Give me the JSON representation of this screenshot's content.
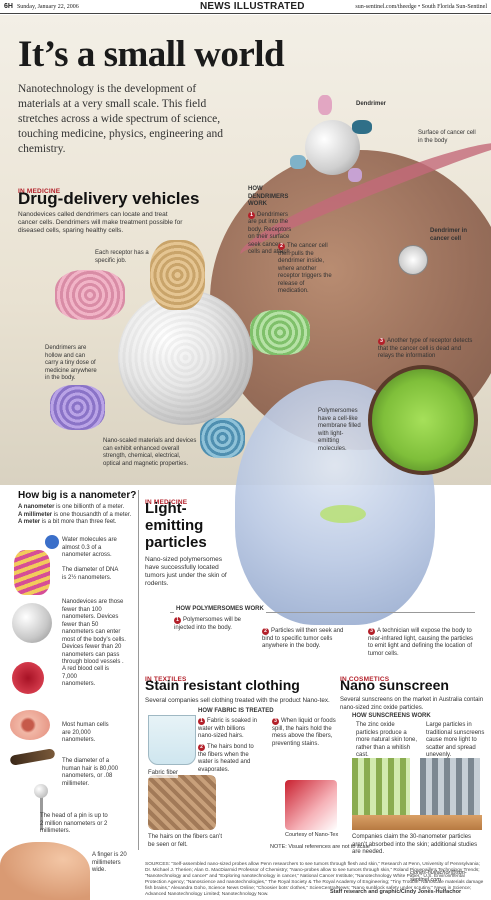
{
  "masthead": {
    "page": "6H",
    "date": "Sunday, January 22, 2006",
    "section": "NEWS ILLUSTRATED",
    "site": "sun-sentinel.com/theedge • South Florida Sun-Sentinel"
  },
  "title": "It’s a small world",
  "intro": "Nanotechnology is the development of materials at a very small scale. This field stretches across a wide spectrum of science, touching medicine, physics, engineering and chemistry.",
  "drug": {
    "kicker": "In Medicine",
    "head": "Drug-delivery vehicles",
    "deck": "Nanodevices called dendrimers can locate and treat cancer cells. Dendrimers will make treatment possible for diseased cells, sparing healthy cells.",
    "receptor_label": "Each receptor has a specific job.",
    "dendrimer_hollow": "Dendrimers are hollow and can carry a tiny dose of medicine anywhere in the body.",
    "nano_scaled": "Nano-scaled materials and devices can exhibit enhanced overall strength, chemical, electrical, optical and magnetic properties.",
    "dendrimer_label": "Dendrimer",
    "surface_label": "Surface of cancer cell in the body",
    "dendrimer_in_cell": "Dendrimer in cancer cell",
    "how_head": "HOW DENDRIMERS WORK",
    "step1": "Dendrimers are put into the body. Receptors on their surface seek cancer cells and attach.",
    "step2": "The cancer cell then pulls the dendrimer inside, where another receptor triggers the release of medication.",
    "step3": "Another type of receptor detects that the cancer cell is dead and relays the information"
  },
  "size": {
    "head": "How big is a nanometer?",
    "line1_b": "A nanometer",
    "line1": " is one billionth of a meter.",
    "line2_b": "A millimeter",
    "line2": " is one thousandth of a meter.",
    "line3_b": "A meter",
    "line3": " is a bit more than three feet.",
    "water": "Water molecules are almost 0.3 of a nanometer across.",
    "dna": "The diameter of DNA is 2½ nanometers.",
    "nanodevices": "Nanodevices are those fewer than 100 nanometers. Devices fewer than 50 nanometers can enter most of the body’s cells. Devices fewer than 20 nanometers can pass through blood vessels .",
    "redcell": "A red blood cell is 7,000 nanometers.",
    "humancell": "Most human cells are 20,000 nanometers.",
    "hair": "The diameter of a human hair is 80,000 nanometers, or .08 millimeter.",
    "pin": "The head of a pin is up to 2 million nanometers or 2 millimeters.",
    "finger": "A finger is 20 millimeters wide."
  },
  "light": {
    "kicker": "In Medicine",
    "head1": "Light-",
    "head2": "emitting",
    "head3": "particles",
    "deck": "Nano-sized polymersomes have successfully located tumors just under the skin of rodents.",
    "poly_label": "Polymersomes have a cell-like membrane filled with light-emitting molecules.",
    "how_head": "HOW POLYMERSOMES WORK",
    "step1": "Polymersomes will be injected into the body.",
    "step2": "Particles will then seek and bind to specific tumor cells anywhere in the body.",
    "step3": "A technician will expose the body to near-infrared light, causing the particles to emit light and defining the location of tumor cells."
  },
  "textiles": {
    "kicker": "In Textiles",
    "head": "Stain resistant clothing",
    "deck": "Several companies sell clothing treated with the product Nano-tex.",
    "how_head": "HOW FABRIC IS TREATED",
    "step1": "Fabric is soaked in water with billions nano-sized hairs.",
    "step2": "The hairs bond to the fibers when the water is heated and evaporates.",
    "fabric_label": "Fabric fiber",
    "hairs_note": "The hairs on the fibers can’t be seen or felt.",
    "step3": "When liquid or foods spill, the hairs hold the mess above the fibers, preventing stains.",
    "courtesy": "Courtesy of Nano-Tex",
    "note": "NOTE: Visual references are not to scale"
  },
  "cosmetics": {
    "kicker": "In Cosmetics",
    "head": "Nano sunscreen",
    "deck": "Several sunscreens on the market in Australia contain nano-sized zinc oxide particles.",
    "how_head": "HOW SUNSCREENS WORK",
    "left": "The zinc oxide particles produce a more natural skin tone, rather than a whitish cast.",
    "right": "Large particles in traditional sunscreens cause more light to scatter and spread unevenly.",
    "claim": "Companies claim the 30-nanometer particles aren’t absorbed into the skin; additional studies are needed."
  },
  "sources": "SOURCES: “Self-assembled nano-sized probes allow Penn researchers to see tumors through flesh and skin,” Research at Penn, University of Pennsylvania; Dr. Michael J. Therien; Alan G. MacDiarmid Professor of Chemistry; “Nano-probes allow to see tumors through skin,” Roland Piquepaille’s Technology Trends; “Nanotechnology and cancer” and “Exploring nanotechnology in cancer,” National Cancer Institute; “Nanotechnology White Paper,” U.S. Environmental Protection Agency; “Nanoscience and nanotechnologies,” The Royal Society & The Royal Academy of Engineering; “Tiny Trouble: Nanoscale materials damage fish brains,” Alexandra Goho, Science News Online; “Choosier bots’ clothes,” ScienCentralNews; “Nano sunblock safety under scrutiny,” News in Science; Advanced Nanotechnology Limited; Nanotechnology Now.",
  "credit": "Staff research and graphic/Cindy Jones-Hulfachor",
  "email": "cjones-hulfachor@sun-sentinel.com",
  "colors": {
    "accent": "#b3202a"
  }
}
